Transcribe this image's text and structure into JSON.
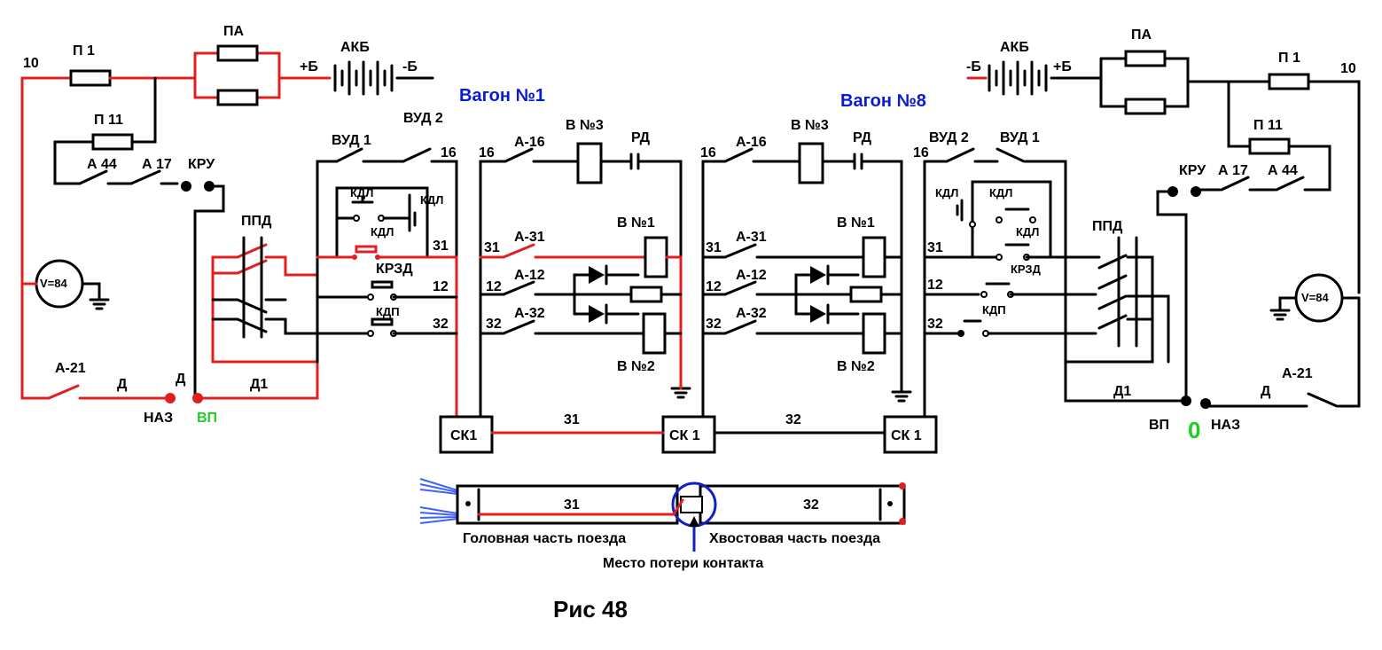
{
  "colors": {
    "active": "#e02020",
    "title": "#0a1ad6",
    "status_ok": "#22cc22",
    "wire": "#000000"
  },
  "car1": {
    "title": "Вагон №1",
    "wire10": "10",
    "p1": "П 1",
    "pa": "ПА",
    "akb": "АКБ",
    "plus": "+Б",
    "minus": "-Б",
    "p11": "П 11",
    "a44": "А 44",
    "a17": "А 17",
    "kru": "КРУ",
    "vud1": "ВУД 1",
    "vud2": "ВУД 2",
    "w16": "16",
    "ppd": "ППД",
    "kdl1": "КДЛ",
    "kdl2": "КДЛ",
    "kdl3": "КДЛ",
    "krzd": "КРЗД",
    "kdp": "КДП",
    "w31": "31",
    "w12": "12",
    "w32": "32",
    "voltmeter": "V=84",
    "a21": "А-21",
    "d": "Д",
    "d_b": "Д",
    "d1": "Д1",
    "naz": "НАЗ",
    "vp": "ВП"
  },
  "car1_relay": {
    "a16": "А-16",
    "v3": "В №3",
    "rd": "РД",
    "w16": "16",
    "a31": "А-31",
    "a12": "А-12",
    "a32": "А-32",
    "w31": "31",
    "w12": "12",
    "w32": "32",
    "v1": "В №1",
    "v2": "В №2"
  },
  "car8_relay": {
    "a16": "А-16",
    "v3": "В №3",
    "rd": "РД",
    "w16": "16",
    "a31": "А-31",
    "a12": "А-12",
    "a32": "А-32",
    "w31": "31",
    "w12": "12",
    "w32": "32",
    "v1": "В №1",
    "v2": "В №2"
  },
  "trainline": {
    "sk_a": "СК1",
    "sk_b": "СК 1",
    "sk_c": "СК 1",
    "line31": "31",
    "line32": "32"
  },
  "car8": {
    "title": "Вагон №8",
    "wire10": "10",
    "p1": "П 1",
    "pa": "ПА",
    "akb": "АКБ",
    "plus": "+Б",
    "minus": "-Б",
    "p11": "П 11",
    "a44": "А 44",
    "a17": "А 17",
    "kru": "КРУ",
    "vud1": "ВУД 1",
    "vud2": "ВУД 2",
    "w16": "16",
    "ppd": "ППД",
    "kdl1": "КДЛ",
    "kdl2": "КДЛ",
    "kdl3": "КДЛ",
    "krzd": "КРЗД",
    "kdp": "КДП",
    "w31": "31",
    "w12": "12",
    "w32": "32",
    "voltmeter": "V=84",
    "a21": "А-21",
    "d": "Д",
    "d1": "Д1",
    "naz": "НАЗ",
    "vp": "ВП",
    "zero": "0"
  },
  "coupling": {
    "seg31": "31",
    "seg32": "32",
    "head": "Головная часть поезда",
    "tail": "Хвостовая часть поезда",
    "fault": "Место потери контакта"
  },
  "figure_caption": "Рис 48"
}
